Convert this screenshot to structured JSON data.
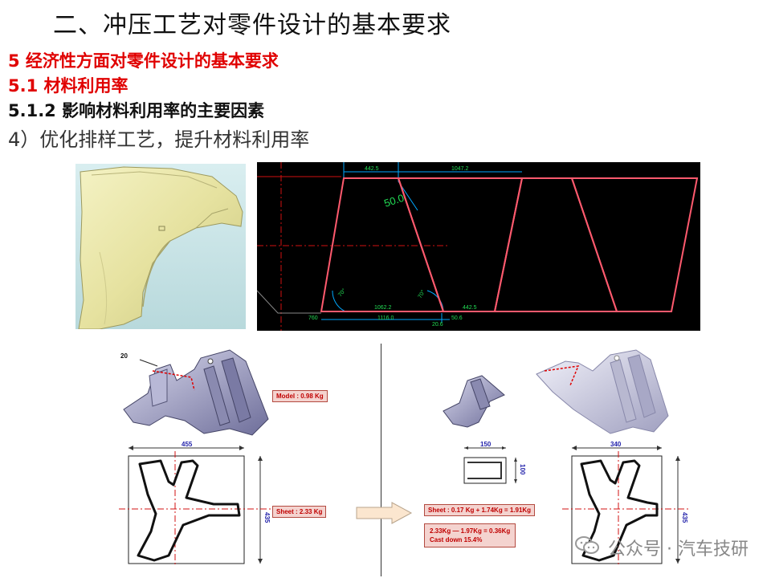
{
  "slide": {
    "title": "二、冲压工艺对零件设计的基本要求",
    "heading1": "5 经济性方面对零件设计的基本要求",
    "heading2": "5.1 材料利用率",
    "heading3": "5.1.2 影响材料利用率的主要因素",
    "point": "4）优化排样工艺，提升材料利用率"
  },
  "cad": {
    "dims": [
      "442.5",
      "1047.2",
      "50.0",
      "1062.2",
      "1116.0",
      "442.5",
      "760",
      "20.6",
      "50.6"
    ],
    "angles": [
      "70°",
      "70°"
    ]
  },
  "comparison": {
    "left": {
      "dim_20": "20",
      "model": "Model : 0.98 Kg",
      "width": "455",
      "height": "435",
      "sheet": "Sheet : 2.33 Kg"
    },
    "right": {
      "small_width": "150",
      "small_height": "100",
      "width": "340",
      "height": "435",
      "sheet": "Sheet : 0.17 Kg + 1.74Kg = 1.91Kg",
      "saving_line1": "2.33Kg — 1.97Kg = 0.36Kg",
      "saving_line2": "Cast down 15.4%"
    }
  },
  "watermark": "公众号 · 汽车技研",
  "colors": {
    "heading_red": "#e00000",
    "cad_bg": "#000000",
    "cad_part": "#ff5a6e"
  }
}
